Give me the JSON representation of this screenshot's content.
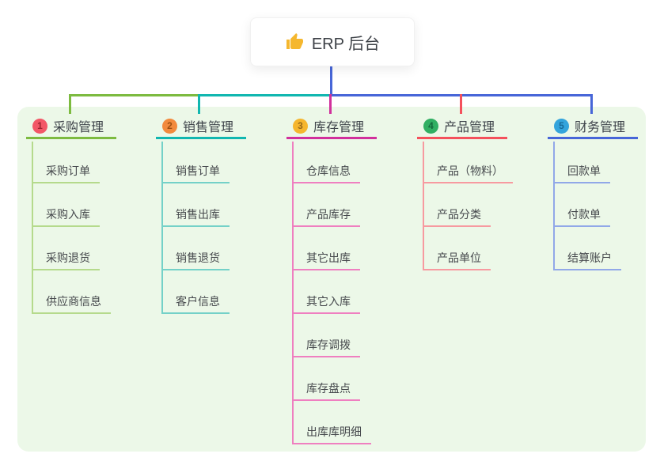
{
  "root": {
    "label": "ERP 后台",
    "icon": "thumbs-up-icon",
    "icon_color": "#f5b72e"
  },
  "connector_color": "#4766d8",
  "branches": [
    {
      "number": "1",
      "label": "采购管理",
      "color": "#7dbb40",
      "child_line_color": "#b5da8c",
      "badge_color": "#f25767",
      "badge_text_color": "#9c2430",
      "children": [
        "采购订单",
        "采购入库",
        "采购退货",
        "供应商信息"
      ]
    },
    {
      "number": "2",
      "label": "销售管理",
      "color": "#11b7b0",
      "child_line_color": "#74d1c8",
      "badge_color": "#f28a3d",
      "badge_text_color": "#9d4f12",
      "children": [
        "销售订单",
        "销售出库",
        "销售退货",
        "客户信息"
      ]
    },
    {
      "number": "3",
      "label": "库存管理",
      "color": "#d1309c",
      "child_line_color": "#ef7fc0",
      "badge_color": "#f5b62e",
      "badge_text_color": "#96691a",
      "children": [
        "仓库信息",
        "产品库存",
        "其它出库",
        "其它入库",
        "库存调拨",
        "库存盘点",
        "出库库明细"
      ]
    },
    {
      "number": "4",
      "label": "产品管理",
      "color": "#f4515c",
      "child_line_color": "#f79aa0",
      "badge_color": "#31af63",
      "badge_text_color": "#14693c",
      "children": [
        "产品（物料）",
        "产品分类",
        "产品单位"
      ]
    },
    {
      "number": "5",
      "label": "财务管理",
      "color": "#4766d8",
      "child_line_color": "#91a8e8",
      "badge_color": "#34a4dc",
      "badge_text_color": "#176a99",
      "children": [
        "回款单",
        "付款单",
        "结算账户"
      ]
    }
  ]
}
